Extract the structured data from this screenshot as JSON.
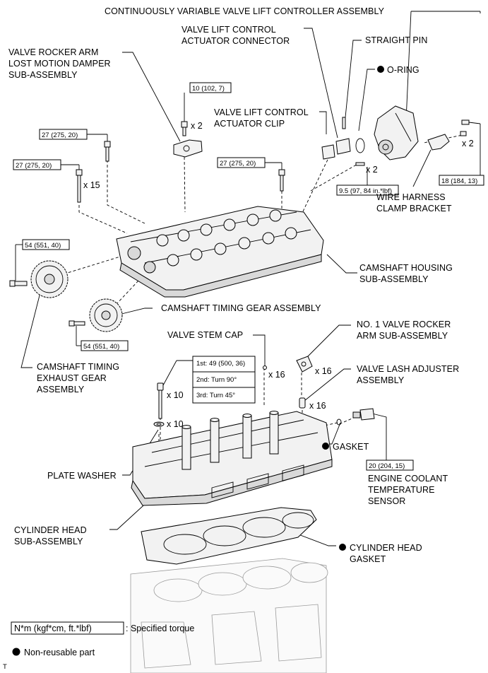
{
  "labels": {
    "cvvl_controller": "CONTINUOUSLY VARIABLE VALVE LIFT CONTROLLER ASSEMBLY",
    "actuator_connector_1": "VALVE LIFT CONTROL",
    "actuator_connector_2": "ACTUATOR CONNECTOR",
    "straight_pin": "STRAIGHT PIN",
    "o_ring": "O-RING",
    "rocker_damper_1": "VALVE ROCKER ARM",
    "rocker_damper_2": "LOST MOTION DAMPER",
    "rocker_damper_3": "SUB-ASSEMBLY",
    "actuator_clip_1": "VALVE LIFT CONTROL",
    "actuator_clip_2": "ACTUATOR CLIP",
    "wire_bracket_1": "WIRE HARNESS",
    "wire_bracket_2": "CLAMP BRACKET",
    "camshaft_housing_1": "CAMSHAFT HOUSING",
    "camshaft_housing_2": "SUB-ASSEMBLY",
    "timing_gear": "CAMSHAFT TIMING GEAR ASSEMBLY",
    "exhaust_gear_1": "CAMSHAFT TIMING",
    "exhaust_gear_2": "EXHAUST GEAR",
    "exhaust_gear_3": "ASSEMBLY",
    "valve_stem_cap": "VALVE STEM CAP",
    "rocker_arm_1": "NO. 1 VALVE ROCKER",
    "rocker_arm_2": "ARM SUB-ASSEMBLY",
    "lash_adjuster_1": "VALVE LASH ADJUSTER",
    "lash_adjuster_2": "ASSEMBLY",
    "gasket": "GASKET",
    "plate_washer": "PLATE WASHER",
    "coolant_sensor_1": "ENGINE COOLANT",
    "coolant_sensor_2": "TEMPERATURE",
    "coolant_sensor_3": "SENSOR",
    "cylinder_head_1": "CYLINDER HEAD",
    "cylinder_head_2": "SUB-ASSEMBLY",
    "head_gasket_1": "CYLINDER HEAD",
    "head_gasket_2": "GASKET"
  },
  "torques": {
    "damper_bolt": "10 (102, 7)",
    "bolt_left_upper": "27 (275, 20)",
    "bolt_left": "27 (275, 20)",
    "bolt_center": "27 (275, 20)",
    "controller_bolt": "18 (184, 13)",
    "straight_pin": "9.5 (97, 84 in.*lbf)",
    "exhaust_gear_bolt": "54 (551, 40)",
    "timing_gear_bolt": "54 (551, 40)",
    "head_bolt_step1": "1st: 49 (500, 36)",
    "head_bolt_step2": "2nd: Turn 90°",
    "head_bolt_step3": "3rd: Turn 45°",
    "coolant_sensor": "20 (204, 15)"
  },
  "quantities": {
    "damper_bolt": "x 2",
    "bolts_15": "x 15",
    "controller_bolt": "x 2",
    "straight_pin": "x 2",
    "valve_stem_cap": "x 16",
    "rocker_arm": "x 16",
    "lash_adjuster": "x 16",
    "head_bolt": "x 10",
    "plate_washer": "x 10"
  },
  "legend": {
    "torque_format": "N*m (kgf*cm, ft.*lbf)",
    "torque_desc": ": Specified torque",
    "nonreusable": "Non-reusable part"
  },
  "footer_mark": "T"
}
